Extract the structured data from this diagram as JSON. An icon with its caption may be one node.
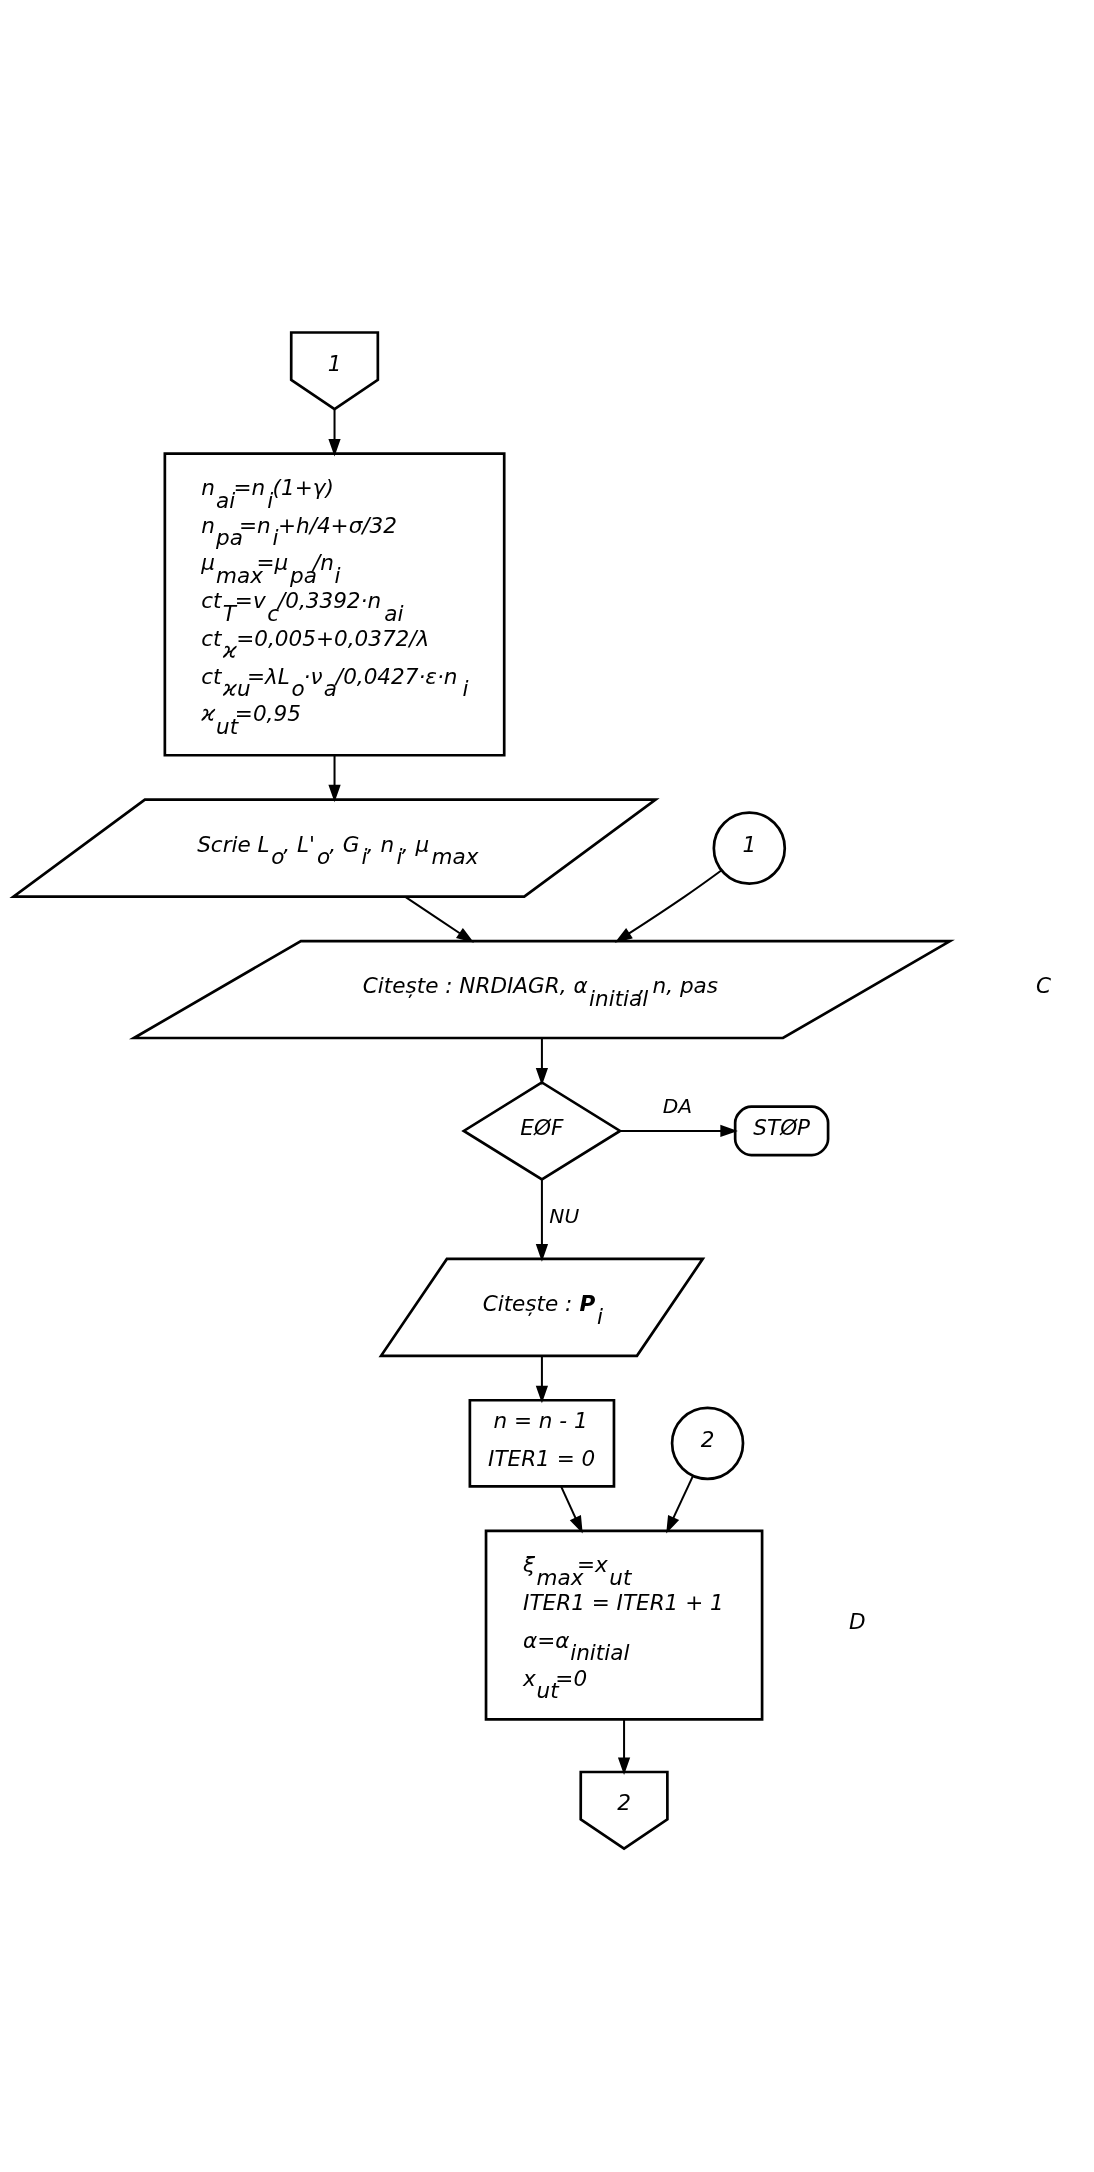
{
  "diagram": {
    "nodes": [
      {
        "text": [
          "1"
        ]
      },
      {
        "text": [
          "n$_{ai}$=n$_{i}$(1+γ)",
          "n$_{pa}$=n$_{i}$+h/4+σ/32",
          "μ$_{max}$=μ$_{pa}$/n$_{i}$",
          "ct$_{T}$=v$_{c}$/0,3392·n$_{ai}$",
          "ct$_{ϰ}$=0,005+0,0372/λ",
          "ct$_{ϰu}$=λL$_{o}$·ν$_{a}$/0,0427·ε·n$_{i}$",
          "ϰ$_{ut}$=0,95"
        ]
      },
      {
        "text": [
          "Scrie L$_{o}$, L'$_{o}$, G$_{i}$, n$_{i}$, μ$_{max}$"
        ]
      },
      {
        "text": [
          "1"
        ]
      },
      {
        "text": [
          "Citește : NRDIAGR, α$_{initial}$, n, pas"
        ]
      },
      {
        "text": [
          "EØF"
        ]
      },
      {
        "text": [
          "STØP"
        ]
      },
      {
        "text": [
          "Citește : **P**$_{i}$"
        ]
      },
      {
        "text": [
          "n = n - 1",
          "ITER1 = 0"
        ]
      },
      {
        "text": [
          "2"
        ]
      },
      {
        "text": [
          "ξ$_{max}$=x$_{ut}$",
          "ITER1 = ITER1 + 1",
          "α=α$_{initial}$",
          "x$_{ut}$=0"
        ]
      },
      {
        "text": [
          "2"
        ]
      }
    ],
    "edges": [
      {
        "from": 0,
        "to": 1,
        "arrow": "to"
      },
      {
        "from": 1,
        "to": 2,
        "arrow": "to"
      },
      {
        "from": 2,
        "to": 4,
        "arrow": "to"
      },
      {
        "from": 3,
        "to": 4,
        "arrow": "to"
      },
      {
        "from": 4,
        "to": 5,
        "arrow": "to"
      },
      {
        "from": 5,
        "to": 6,
        "arrow": "to",
        "label": "DA"
      },
      {
        "from": 5,
        "to": 7,
        "arrow": "to",
        "label": "NU"
      },
      {
        "from": 7,
        "to": 8,
        "arrow": "to"
      },
      {
        "from": 8,
        "to": 10,
        "arrow": "to"
      },
      {
        "from": 9,
        "to": 10,
        "arrow": "to"
      },
      {
        "from": 10,
        "to": 11,
        "arrow": "to"
      }
    ],
    "labels": [
      "C",
      "D"
    ]
  }
}
